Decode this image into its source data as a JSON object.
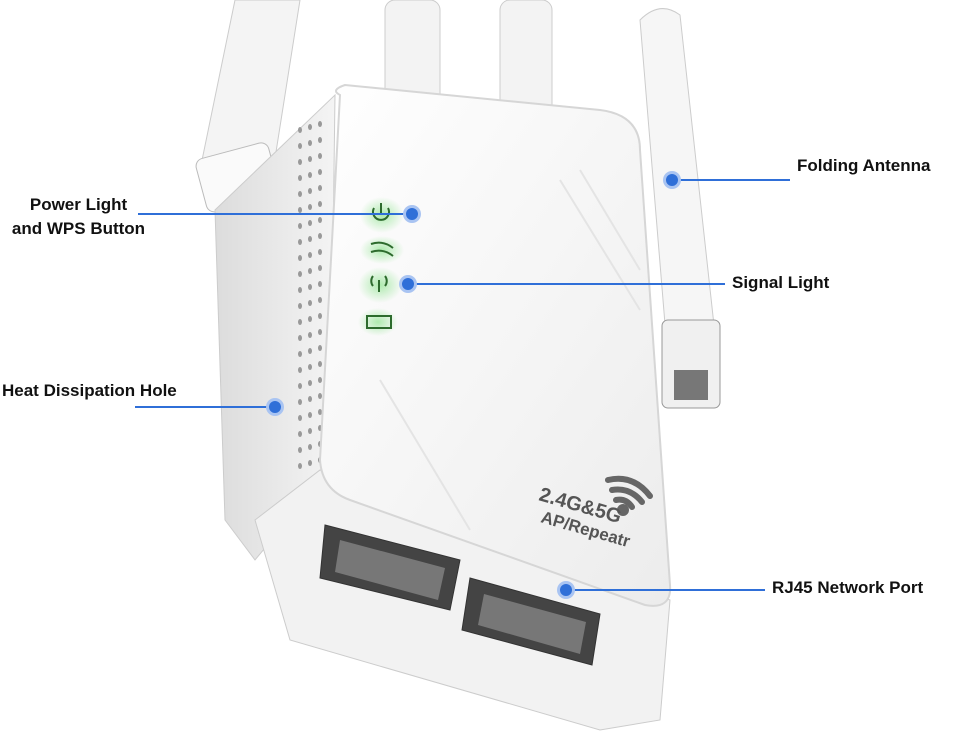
{
  "callouts": {
    "power_light": [
      "Power Light",
      "and WPS Button"
    ],
    "folding_antenna": "Folding Antenna",
    "signal_light": "Signal Light",
    "heat_hole": "Heat Dissipation Hole",
    "rj45": "RJ45 Network Port"
  },
  "device": {
    "band_label": "2.4G&5G",
    "mode_label": "AP/Repeatr"
  },
  "colors": {
    "callout": "#2f6fd8",
    "led": "#4cc44c"
  }
}
